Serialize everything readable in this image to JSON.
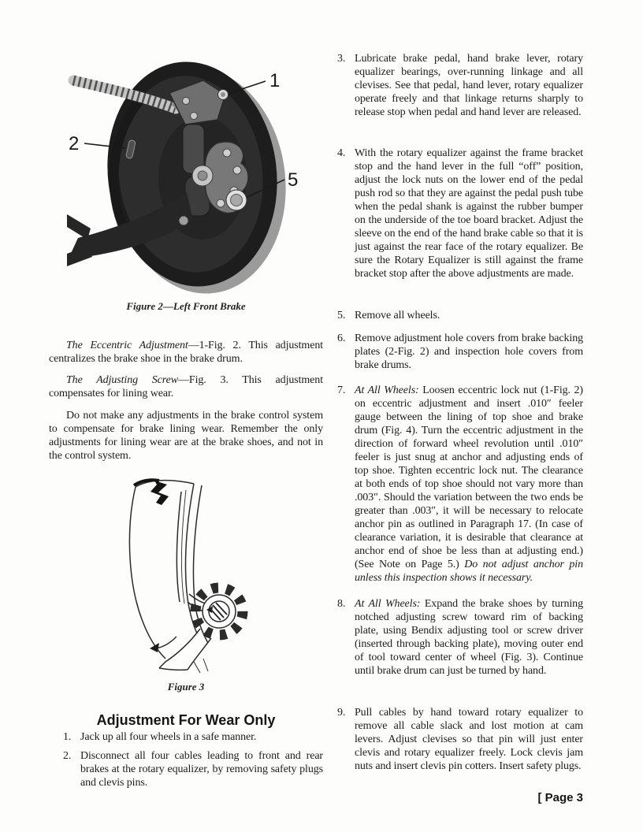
{
  "page": {
    "footer": "[ Page 3"
  },
  "figure2": {
    "caption": "Figure 2—Left Front Brake",
    "callout_1": "1",
    "callout_2": "2",
    "callout_5": "5"
  },
  "figure3": {
    "caption": "Figure 3"
  },
  "left": {
    "paragraphs": [
      {
        "lead": "The Eccentric Adjustment",
        "rest": "—1-Fig. 2. This adjustment centralizes the brake shoe in the brake drum."
      },
      {
        "lead": "The Adjusting Screw",
        "rest": "—Fig. 3. This adjustment compensates for lining wear."
      },
      {
        "lead": "",
        "rest": "Do not make any adjustments in the brake control system to compensate for brake lining wear. Remember the only adjustments for lining wear are at the brake shoes, and not in the control system."
      }
    ],
    "heading": "Adjustment For Wear Only",
    "steps": [
      {
        "num": "1.",
        "lead": "",
        "text": "Jack up all four wheels in a safe manner.",
        "tail": ""
      },
      {
        "num": "2.",
        "lead": "",
        "text": "Disconnect all four cables leading to front and rear brakes at the rotary equalizer, by removing safety plugs and clevis pins.",
        "tail": ""
      }
    ]
  },
  "right": {
    "steps": [
      {
        "num": "3.",
        "lead": "",
        "text": "Lubricate brake pedal, hand brake lever, rotary equalizer bearings, over-running linkage and all clevises. See that pedal, hand lever, rotary equalizer operate freely and that linkage returns sharply to release stop when pedal and hand lever are released.",
        "tail": ""
      },
      {
        "num": "4.",
        "lead": "",
        "text": "With the rotary equalizer against the frame bracket stop and the hand lever in the full “off” position, adjust the lock nuts on the lower end of the pedal push rod so that they are against the pedal push tube when the pedal shank is against the rubber bumper on the underside of the toe board bracket. Adjust the sleeve on the end of the hand brake cable so that it is just against the rear face of the rotary equalizer. Be sure the Rotary Equalizer is still against the frame bracket stop after the above adjustments are made.",
        "tail": ""
      },
      {
        "num": "5.",
        "lead": "",
        "text": "Remove all wheels.",
        "tail": ""
      },
      {
        "num": "6.",
        "lead": "",
        "text": "Remove adjustment hole covers from brake backing plates (2-Fig. 2) and inspection hole covers from brake drums.",
        "tail": ""
      },
      {
        "num": "7.",
        "lead": "At All Wheels:",
        "text": " Loosen eccentric lock nut (1-Fig. 2) on eccentric adjustment and insert .010″ feeler gauge between the lining of top shoe and brake drum (Fig. 4). Turn the eccentric adjustment in the direction of forward wheel revolution until .010″ feeler is just snug at anchor and adjusting ends of top shoe. Tighten eccentric lock nut. The clearance at both ends of top shoe should not vary more than .003″. Should the variation between the two ends be greater than .003″, it will be necessary to relocate anchor pin as outlined in Paragraph 17. (In case of clearance variation, it is desirable that clearance at anchor end of shoe be less than at adjusting end.) (See Note on Page 5.) ",
        "tail": "Do not adjust anchor pin unless this inspection shows it necessary."
      },
      {
        "num": "8.",
        "lead": "At All Wheels:",
        "text": " Expand the brake shoes by turning notched adjusting screw toward rim of backing plate, using Bendix adjusting tool or screw driver (inserted through backing plate), moving outer end of tool toward center of wheel (Fig. 3). Continue until brake drum can just be turned by hand.",
        "tail": ""
      },
      {
        "num": "9.",
        "lead": "",
        "text": "Pull cables by hand toward rotary equalizer to remove all cable slack and lost motion at cam levers. Adjust clevises so that pin will just enter clevis and rotary equalizer freely. Lock clevis jam nuts and insert clevis pin cotters. Insert safety plugs.",
        "tail": ""
      }
    ]
  }
}
